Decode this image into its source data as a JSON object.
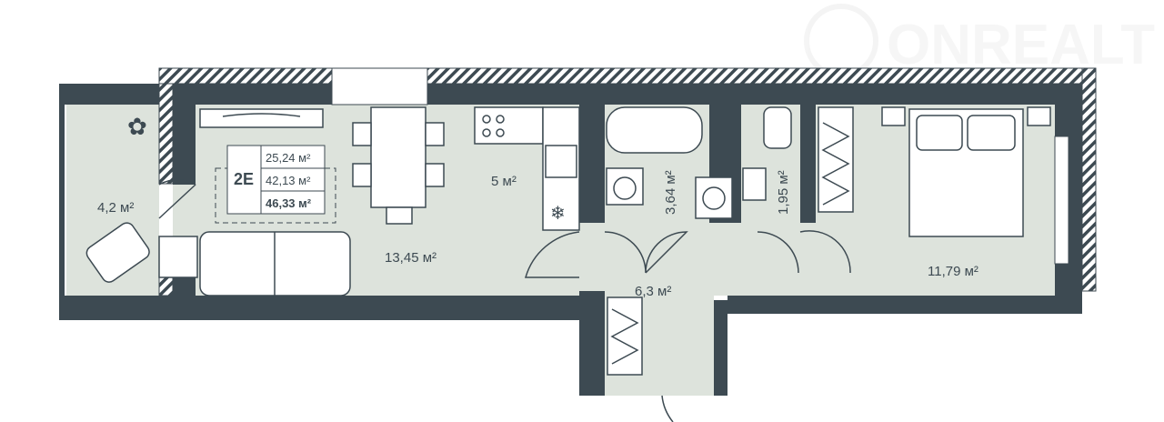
{
  "watermark": {
    "brand": "ONREALT",
    "subtitle": "недвижимость"
  },
  "apartment": {
    "type": "2E",
    "living_area": "25,24 м²",
    "total_area": "42,13 м²",
    "total_with_balcony": "46,33 м²"
  },
  "rooms": {
    "balcony": "4,2 м²",
    "living": "13,45 м²",
    "kitchen": "5 м²",
    "bathroom": "3,64 м²",
    "wc": "1,95 м²",
    "hall": "6,3 м²",
    "bedroom": "11,79 м²"
  },
  "colors": {
    "wall": "#3d4a52",
    "floor": "#dde3dc"
  }
}
